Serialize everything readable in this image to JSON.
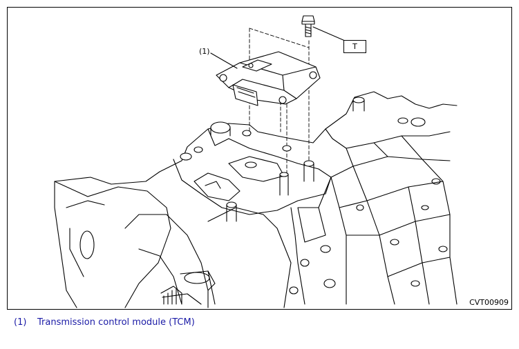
{
  "figure": {
    "code": "CVT00909",
    "callout_1": "(1)",
    "torque_label": "T"
  },
  "legend": {
    "number": "(1)",
    "text": "Transmission control module (TCM)"
  },
  "colors": {
    "line": "#000000",
    "legend_text": "#1a1aa6"
  }
}
